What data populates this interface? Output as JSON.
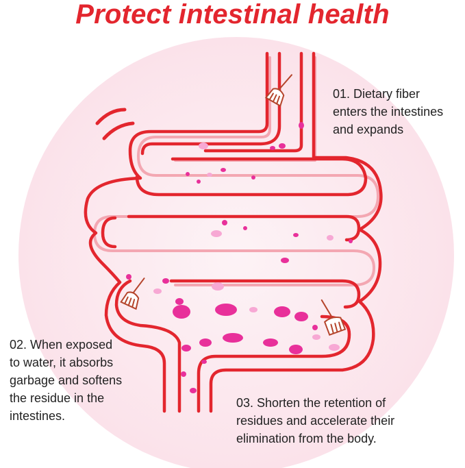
{
  "title": "Protect intestinal health",
  "steps": [
    {
      "text": "01. Dietary fiber\nenters the intestines\nand expands"
    },
    {
      "text": "02. When exposed\nto water, it absorbs\ngarbage and softens\nthe residue in the\nintestines."
    },
    {
      "text": "03. Shorten the retention of\nresidues and accelerate their\nelimination from the body."
    }
  ],
  "colors": {
    "title": "#e3262e",
    "intestine": "#e3262e",
    "particles": "#e8309a",
    "particles_light": "#f7a8d4",
    "background_circle": "#fbe3ea",
    "broom": "#b5452c"
  },
  "icons": [
    "broom-icon",
    "broom-icon",
    "broom-icon",
    "wave-icon"
  ]
}
